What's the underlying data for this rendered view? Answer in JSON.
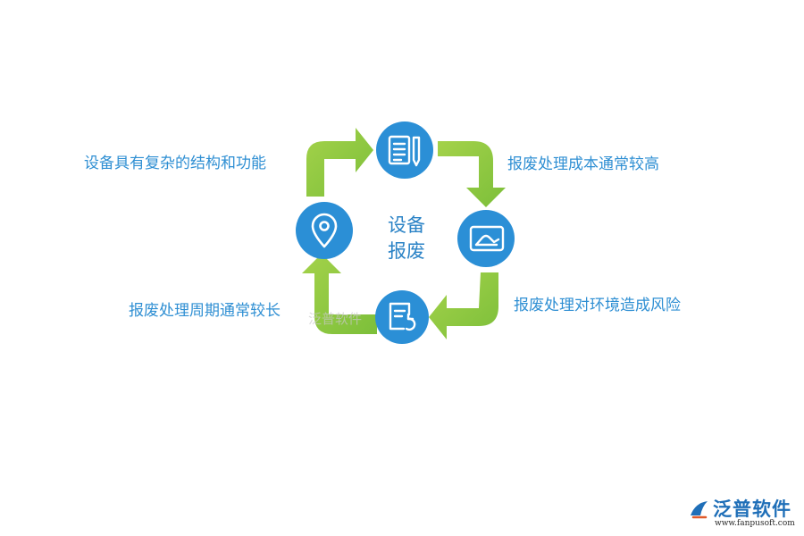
{
  "center": {
    "line1": "设备",
    "line2": "报废"
  },
  "items": {
    "top_left": "设备具有复杂的结构和功能",
    "top_right": "报废处理成本通常较高",
    "bottom_right": "报废处理对环境造成风险",
    "bottom_left": "报废处理周期通常较长"
  },
  "icons": {
    "top": "document-pencil-icon",
    "right": "hand-card-icon",
    "bottom": "document-refresh-icon",
    "left": "location-pin-icon"
  },
  "watermark": "泛普软件",
  "brand": {
    "name": "泛普软件",
    "url": "www.fanpusoft.com"
  },
  "colors": {
    "node": "#2b8fd6",
    "arrow": "#8cc63f",
    "label": "#2f8fd3"
  }
}
